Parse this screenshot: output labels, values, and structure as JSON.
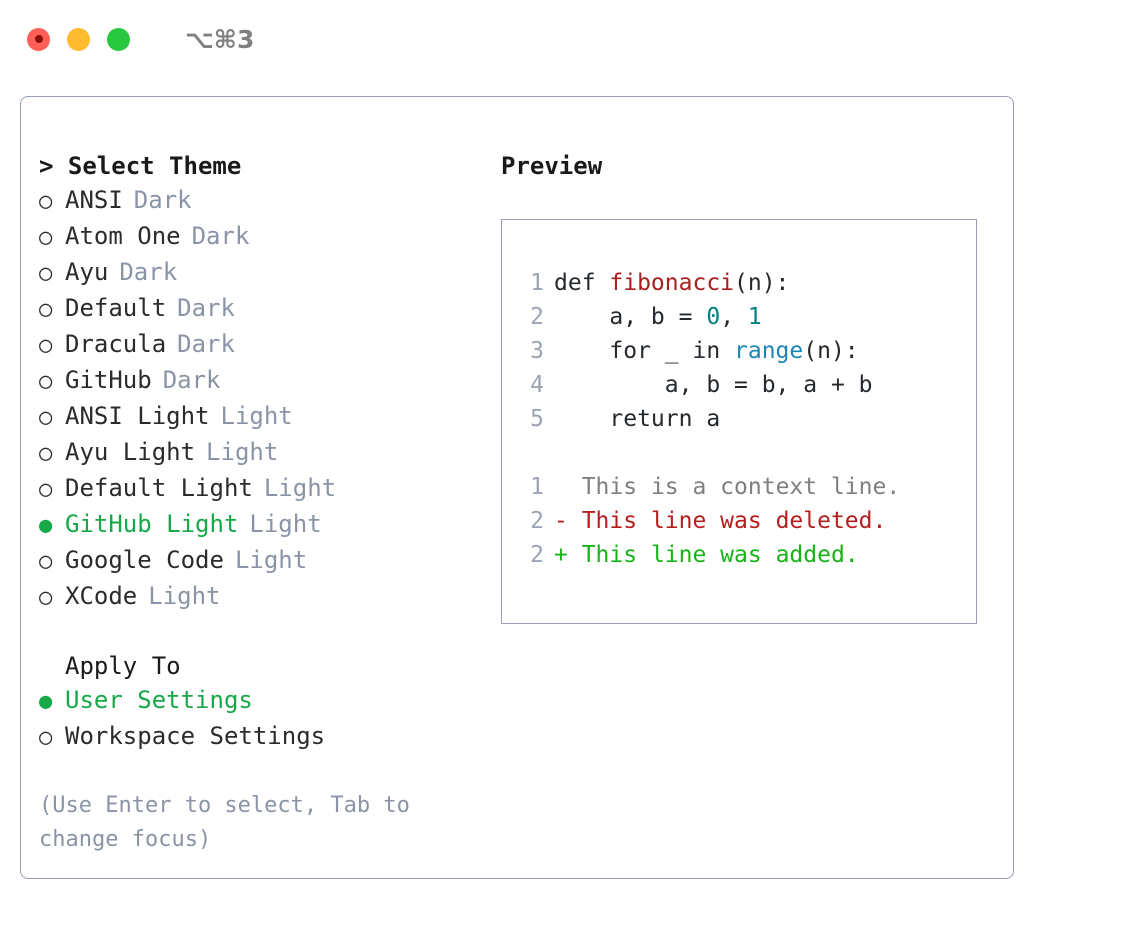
{
  "titlebar": {
    "shortcut": "⌥⌘3",
    "lights": [
      {
        "name": "close",
        "color": "#ff5f57"
      },
      {
        "name": "minimize",
        "color": "#febc2e"
      },
      {
        "name": "maximize",
        "color": "#28c840"
      }
    ]
  },
  "colors": {
    "accent_green": "#17a84a",
    "muted": "#8a94a6",
    "border": "#98a2b3",
    "text": "#2b2b2b",
    "syntax_function": "#a91e1e",
    "syntax_number": "#008080",
    "syntax_builtin": "#1a86b5",
    "diff_context": "#7f7f7f",
    "diff_deleted": "#b61d1d",
    "diff_added": "#17b317"
  },
  "left": {
    "heading": "> Select Theme",
    "themes": [
      {
        "bullet": "○",
        "name": "ANSI",
        "kind": "Dark",
        "selected": false
      },
      {
        "bullet": "○",
        "name": "Atom One",
        "kind": "Dark",
        "selected": false
      },
      {
        "bullet": "○",
        "name": "Ayu",
        "kind": "Dark",
        "selected": false
      },
      {
        "bullet": "○",
        "name": "Default",
        "kind": "Dark",
        "selected": false
      },
      {
        "bullet": "○",
        "name": "Dracula",
        "kind": "Dark",
        "selected": false
      },
      {
        "bullet": "○",
        "name": "GitHub",
        "kind": "Dark",
        "selected": false
      },
      {
        "bullet": "○",
        "name": "ANSI Light",
        "kind": "Light",
        "selected": false
      },
      {
        "bullet": "○",
        "name": "Ayu Light",
        "kind": "Light",
        "selected": false
      },
      {
        "bullet": "○",
        "name": "Default Light",
        "kind": "Light",
        "selected": false
      },
      {
        "bullet": "●",
        "name": "GitHub Light",
        "kind": "Light",
        "selected": true
      },
      {
        "bullet": "○",
        "name": "Google Code",
        "kind": "Light",
        "selected": false
      },
      {
        "bullet": "○",
        "name": "XCode",
        "kind": "Light",
        "selected": false
      }
    ],
    "apply_to_title": "Apply To",
    "apply_to": [
      {
        "bullet": "●",
        "label": "User Settings",
        "selected": true
      },
      {
        "bullet": "○",
        "label": "Workspace Settings",
        "selected": false
      }
    ],
    "hint": "(Use Enter to select, Tab to change focus)"
  },
  "right": {
    "heading": "Preview",
    "code": [
      {
        "lno": "1",
        "segments": [
          {
            "t": "def ",
            "c": "plain"
          },
          {
            "t": "fibonacci",
            "c": "fn"
          },
          {
            "t": "(n):",
            "c": "plain"
          }
        ]
      },
      {
        "lno": "2",
        "segments": [
          {
            "t": "    a, b = ",
            "c": "plain"
          },
          {
            "t": "0",
            "c": "num"
          },
          {
            "t": ", ",
            "c": "plain"
          },
          {
            "t": "1",
            "c": "num"
          }
        ]
      },
      {
        "lno": "3",
        "segments": [
          {
            "t": "    for _ in ",
            "c": "plain"
          },
          {
            "t": "range",
            "c": "bi"
          },
          {
            "t": "(n):",
            "c": "plain"
          }
        ]
      },
      {
        "lno": "4",
        "segments": [
          {
            "t": "        a, b = b, a + b",
            "c": "plain"
          }
        ]
      },
      {
        "lno": "5",
        "segments": [
          {
            "t": "    return a",
            "c": "plain"
          }
        ]
      }
    ],
    "diff": [
      {
        "lno": "1",
        "marker": "  ",
        "text": "This is a context line.",
        "kind": "ctx"
      },
      {
        "lno": "2",
        "marker": "- ",
        "text": "This line was deleted.",
        "kind": "del"
      },
      {
        "lno": "2",
        "marker": "+ ",
        "text": "This line was added.",
        "kind": "add"
      }
    ]
  }
}
